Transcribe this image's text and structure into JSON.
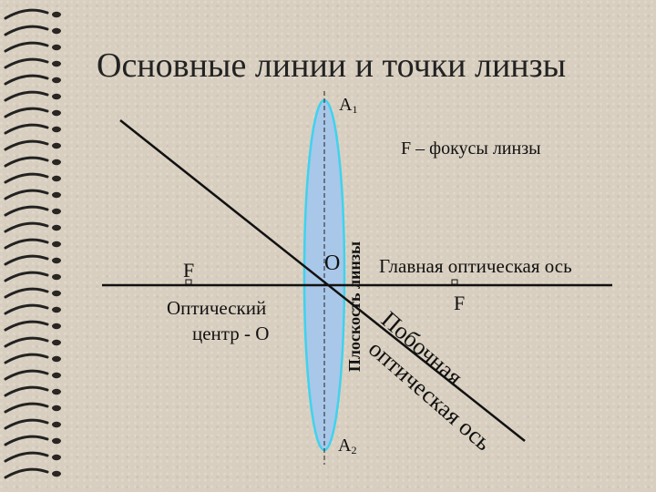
{
  "title": "Основные линии и точки линзы",
  "labels": {
    "a1_main": "А",
    "a1_sub": "1",
    "a2_main": "А",
    "a2_sub": "2",
    "focus_definition": "F – фокусы линзы",
    "focus_left": "F",
    "focus_right": "F",
    "center": "О",
    "main_axis": "Главная оптическая ось",
    "optical_center_line1": "Оптический",
    "optical_center_line2": "центр - О",
    "lens_plane": "Плоскость линзы",
    "secondary_axis_line1": "Побочная",
    "secondary_axis_line2": "оптическая ось"
  },
  "colors": {
    "lens_fill": "#a9c7e8",
    "lens_outline": "#3fd3ee",
    "ink": "#111111"
  }
}
